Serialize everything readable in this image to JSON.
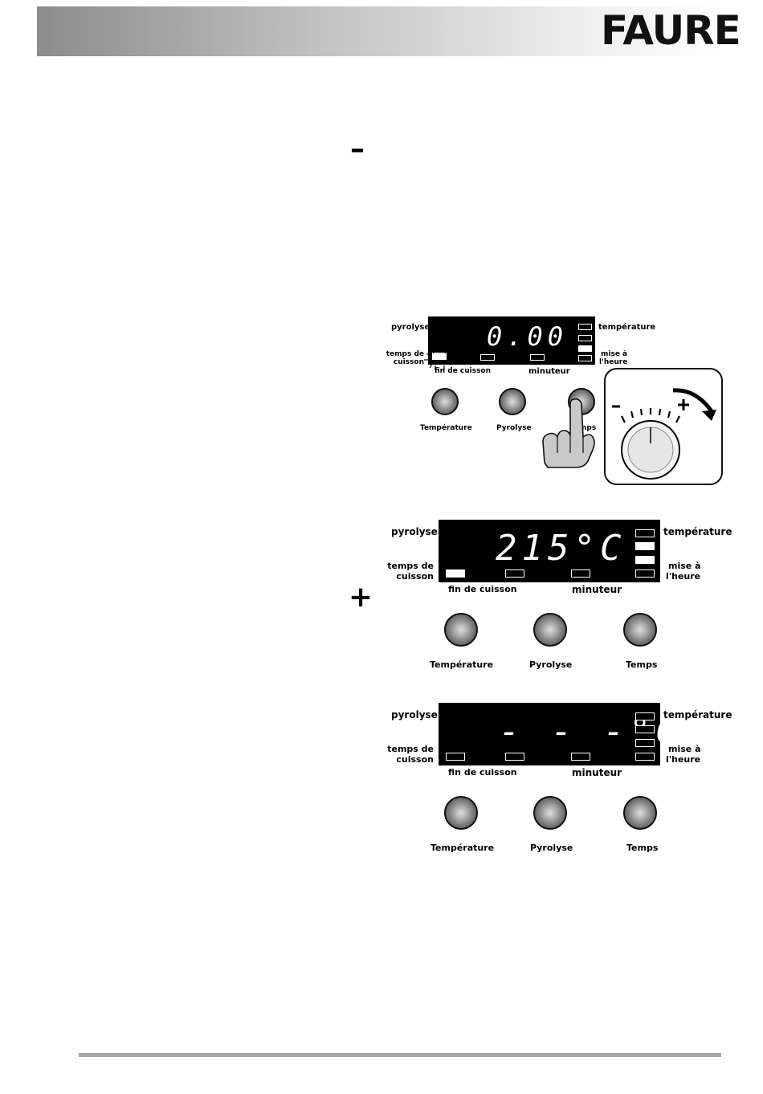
{
  "header": {
    "brand": "FAURE"
  },
  "signs": {
    "minus": "–",
    "plus": "+"
  },
  "panels": [
    {
      "readout": "0.00",
      "labels": {
        "pyrolyse": "pyrolyse",
        "temperature": "température",
        "temps_de": "temps de",
        "cuisson": "cuisson",
        "mise_a": "mise à",
        "heure": "l'heure",
        "fin_de_cuisson": "fin de cuisson",
        "minuteur": "minuteur"
      },
      "buttons": [
        "Température",
        "Pyrolyse",
        "Temps"
      ],
      "right_indicators_lit": [
        false,
        false,
        true,
        false
      ]
    },
    {
      "readout": "215°C",
      "labels": {
        "pyrolyse": "pyrolyse",
        "temperature": "température",
        "temps_de": "temps de",
        "cuisson": "cuisson",
        "mise_a": "mise à",
        "heure": "l'heure",
        "fin_de_cuisson": "fin de cuisson",
        "minuteur": "minuteur"
      },
      "buttons": [
        "Température",
        "Pyrolyse",
        "Temps"
      ],
      "right_indicators_lit": [
        false,
        true,
        true,
        false
      ]
    },
    {
      "readout": "- - -°C",
      "labels": {
        "pyrolyse": "pyrolyse",
        "temperature": "température",
        "temps_de": "temps de",
        "cuisson": "cuisson",
        "mise_a": "mise à",
        "heure": "l'heure",
        "fin_de_cuisson": "fin de cuisson",
        "minuteur": "minuteur"
      },
      "buttons": [
        "Température",
        "Pyrolyse",
        "Temps"
      ],
      "right_indicators_lit": [
        false,
        false,
        false,
        false
      ]
    }
  ],
  "dial": {
    "minus": "–",
    "plus": "+"
  }
}
